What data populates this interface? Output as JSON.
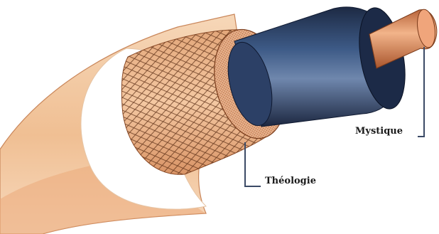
{
  "labels": {
    "core": "Mystique",
    "shield": "Théologie"
  },
  "colors": {
    "background": "#ffffff",
    "jacket": "#f3c9a2",
    "jacket_shade": "#e9a877",
    "copper_core": "#e79b6a",
    "insulator": "#33486a",
    "foam": "#c97a4e",
    "mesh": "#5a2d14",
    "leader_line": "#3b4a66"
  },
  "icons": {
    "diagram": "coaxial-cable-cutaway"
  }
}
